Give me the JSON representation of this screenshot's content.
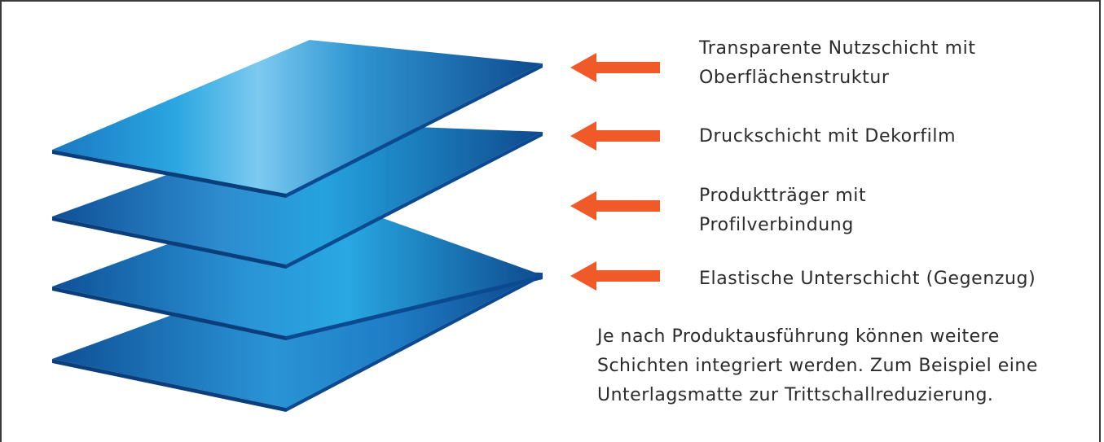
{
  "layers": [
    {
      "id": "wear-layer",
      "lines": [
        "Transparente Nutzschicht mit",
        "Oberflächenstruktur"
      ]
    },
    {
      "id": "print-layer",
      "lines": [
        "Druckschicht mit Dekorfilm"
      ]
    },
    {
      "id": "carrier",
      "lines": [
        "Produktträger mit",
        "Profilverbindung"
      ]
    },
    {
      "id": "backing",
      "lines": [
        "Elastische Unterschicht (Gegenzug)"
      ]
    }
  ],
  "note": {
    "lines": [
      "Je nach Produktausführung können weitere",
      "Schichten integriert werden. Zum Beispiel eine",
      "Unterlagsmatte zur Trittschallreduzierung."
    ]
  },
  "colors": {
    "arrow": "#f05a28",
    "sheet_dark": "#0d4a8f",
    "sheet_mid": "#1f8fd4",
    "sheet_light": "#6fc3ec",
    "frame": "#3a3a3a"
  }
}
